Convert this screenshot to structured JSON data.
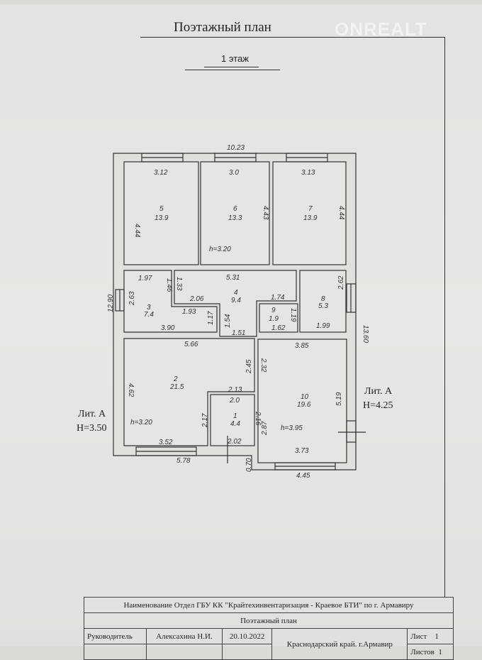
{
  "title": "Поэтажный план",
  "watermark": "ONREALT",
  "floor_label": "1  этаж",
  "plan": {
    "overall_width": "10.23",
    "left_height": "12.90",
    "right_height": "13.60",
    "bottom_left_width": "5.78",
    "bottom_right_width": "4.45",
    "porch_offset": "0.70",
    "lit_left": {
      "label": "Лит. А",
      "height": "H=3.50"
    },
    "lit_right": {
      "label": "Лит. А",
      "height": "H=4.25"
    },
    "rooms": [
      {
        "num": "1",
        "area": "4.4",
        "dims": [
          "2.13",
          "2.0",
          "2.17",
          "2.16",
          "2.02"
        ]
      },
      {
        "num": "2",
        "area": "21.5",
        "dims": [
          "5.66",
          "4.62",
          "2.45",
          "3.52"
        ],
        "h": "h=3.20"
      },
      {
        "num": "3",
        "area": "7.4",
        "dims": [
          "1.97",
          "2.63",
          "1.46",
          "1.93",
          "1.17",
          "3.90"
        ]
      },
      {
        "num": "4",
        "area": "9.4",
        "dims": [
          "5.31",
          "1.33",
          "2.06",
          "1.74",
          "1.54",
          "1.51"
        ]
      },
      {
        "num": "5",
        "area": "13.9",
        "dims": [
          "3.12",
          "4.44"
        ]
      },
      {
        "num": "6",
        "area": "13.3",
        "dims": [
          "3.0",
          "4.43"
        ],
        "h": "h=3.20"
      },
      {
        "num": "7",
        "area": "13.9",
        "dims": [
          "3.13",
          "4.44"
        ]
      },
      {
        "num": "8",
        "area": "5.3",
        "dims": [
          "2.62",
          "1.99"
        ]
      },
      {
        "num": "9",
        "area": "1.9",
        "dims": [
          "1.19",
          "1.62"
        ]
      },
      {
        "num": "10",
        "area": "19.6",
        "dims": [
          "3.85",
          "2.32",
          "5.19",
          "2.87",
          "3.73"
        ],
        "h": "h=3.95"
      }
    ]
  },
  "title_block": {
    "org": "Наименование Отдел ГБУ КК \"Крайтехинвентаризация  - Краевое БТИ\" по г. Армавиру",
    "doc": "Поэтажный план",
    "role": "Руководитель",
    "person": "Алексахина Н.И.",
    "date": "20.10.2022",
    "location": "Краснодарский край. г.Армавир",
    "sheet_label": "Лист",
    "sheet": "1",
    "sheets_label": "Листов",
    "sheets": "1"
  }
}
